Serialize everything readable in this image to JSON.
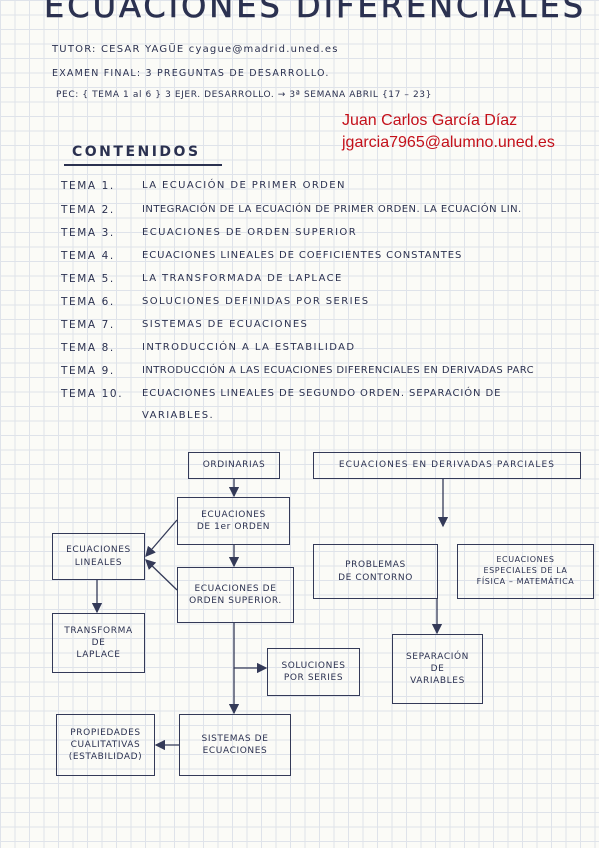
{
  "title": "ECUACIONES DIFERENCIALES",
  "header": {
    "tutor": "TUTOR: CESAR YAGÜE   cyague@madrid.uned.es",
    "examen": "EXAMEN FINAL: 3 PREGUNTAS DE DESARROLLO.",
    "pec": "PEC: { TEMA 1 al 6 } 3 EJER. DESARROLLO.  → 3ª SEMANA ABRIL {17 – 23}"
  },
  "author": {
    "name": "Juan Carlos García Díaz",
    "email": "jgarcia7965@alumno.uned.es"
  },
  "contents_heading": "CONTENIDOS",
  "topics": [
    {
      "num": "TEMA 1.",
      "title": "LA ECUACIÓN DE PRIMER ORDEN"
    },
    {
      "num": "TEMA 2.",
      "title": "INTEGRACIÓN DE LA ECUACIÓN DE PRIMER ORDEN. LA ECUACIÓN LIN."
    },
    {
      "num": "TEMA 3.",
      "title": "ECUACIONES DE ORDEN SUPERIOR"
    },
    {
      "num": "TEMA 4.",
      "title": "ECUACIONES LINEALES DE COEFICIENTES CONSTANTES"
    },
    {
      "num": "TEMA 5.",
      "title": "LA TRANSFORMADA DE LAPLACE"
    },
    {
      "num": "TEMA 6.",
      "title": "SOLUCIONES DEFINIDAS POR SERIES"
    },
    {
      "num": "TEMA 7.",
      "title": "SISTEMAS DE ECUACIONES"
    },
    {
      "num": "TEMA 8.",
      "title": "INTRODUCCIÓN A LA ESTABILIDAD"
    },
    {
      "num": "TEMA 9.",
      "title": "INTRODUCCIÓN A LAS ECUACIONES DIFERENCIALES EN DERIVADAS PARC"
    },
    {
      "num": "TEMA 10.",
      "title": "ECUACIONES LINEALES DE SEGUNDO ORDEN. SEPARACIÓN DE"
    },
    {
      "num": "",
      "title": "VARIABLES."
    }
  ],
  "diagram": {
    "ordinarias": "ORDINARIAS",
    "parciales": "ECUACIONES EN DERIVADAS PARCIALES",
    "primer_orden": "ECUACIONES\nDE 1er ORDEN",
    "lineales": "ECUACIONES\nLINEALES",
    "orden_superior": "ECUACIONES DE\nORDEN SUPERIOR.",
    "laplace": "TRANSFORMA\nDE\nLAPLACE",
    "series": "SOLUCIONES\nPOR SERIES",
    "sistemas": "SISTEMAS DE\nECUACIONES",
    "cualitativas": "PROPIEDADES\nCUALITATIVAS\n(ESTABILIDAD)",
    "contorno": "PROBLEMAS\nDE CONTORNO",
    "fisica": "ECUACIONES\nESPECIALES DE LA\nFÍSICA – MATEMÁTICA",
    "separacion": "SEPARACIÓN\nDE\nVARIABLES"
  }
}
